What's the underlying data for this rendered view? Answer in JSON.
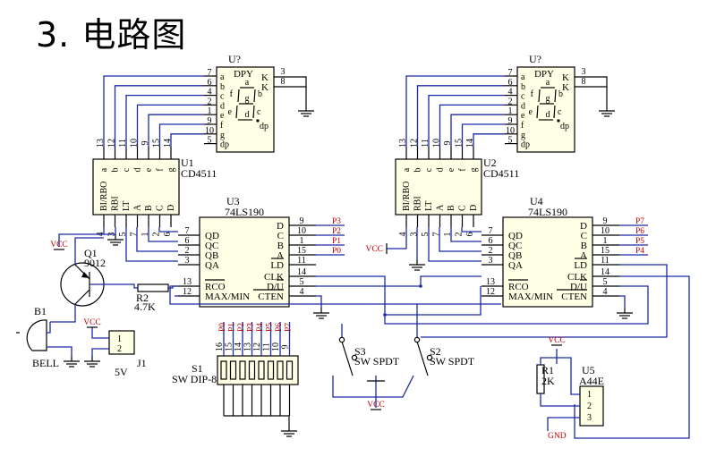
{
  "heading": "3. 电路图",
  "colors": {
    "wire": "#1a2aa8",
    "body": "#000000",
    "fill": "#ffffe6",
    "label": "#c00000"
  },
  "displays": [
    {
      "ref": "U?",
      "name": "DPY",
      "segments": [
        "a",
        "b",
        "c",
        "d",
        "e",
        "f",
        "g",
        "dp"
      ],
      "pins": [
        "7",
        "6",
        "4",
        "2",
        "1",
        "9",
        "10",
        "5"
      ],
      "common": [
        "K",
        "K"
      ],
      "common_pins": [
        "3",
        "8"
      ]
    },
    {
      "ref": "U?",
      "name": "DPY",
      "segments": [
        "a",
        "b",
        "c",
        "d",
        "e",
        "f",
        "g",
        "dp"
      ],
      "pins": [
        "7",
        "6",
        "4",
        "2",
        "1",
        "9",
        "10",
        "5"
      ],
      "common": [
        "K",
        "K"
      ],
      "common_pins": [
        "3",
        "8"
      ]
    }
  ],
  "decoders": [
    {
      "ref": "U1",
      "part": "CD4511",
      "top_pins": [
        "13",
        "12",
        "11",
        "10",
        "9",
        "15",
        "14"
      ],
      "top_labels": [
        "a",
        "b",
        "c",
        "d",
        "e",
        "f",
        "g"
      ],
      "bot_pins": [
        "4",
        "3",
        "5",
        "7",
        "1",
        "2",
        "6"
      ],
      "bot_labels": [
        "BI/RBO",
        "RBI",
        "LT",
        "A",
        "B",
        "C",
        "D"
      ]
    },
    {
      "ref": "U2",
      "part": "CD4511",
      "top_pins": [
        "13",
        "12",
        "11",
        "10",
        "9",
        "15",
        "14"
      ],
      "top_labels": [
        "a",
        "b",
        "c",
        "d",
        "e",
        "f",
        "g"
      ],
      "bot_pins": [
        "4",
        "3",
        "5",
        "7",
        "1",
        "2",
        "6"
      ],
      "bot_labels": [
        "BI/RBO",
        "RBI",
        "LT",
        "A",
        "B",
        "C",
        "D"
      ]
    }
  ],
  "counters": [
    {
      "ref": "U3",
      "part": "74LS190",
      "left_pins": [
        "7",
        "6",
        "2",
        "3",
        "13",
        "12"
      ],
      "left_labels": [
        "QD",
        "QC",
        "QB",
        "QA",
        "RCO",
        "MAX/MIN"
      ],
      "right_pins": [
        "9",
        "10",
        "1",
        "15",
        "11",
        "14",
        "5",
        "4"
      ],
      "right_labels": [
        "D",
        "C",
        "B",
        "A",
        "LD",
        "CLK",
        "D/U",
        "CTEN"
      ],
      "nets": [
        "P3",
        "P2",
        "P1",
        "P0"
      ]
    },
    {
      "ref": "U4",
      "part": "74LS190",
      "left_pins": [
        "7",
        "6",
        "2",
        "3",
        "13",
        "12"
      ],
      "left_labels": [
        "QD",
        "QC",
        "QB",
        "QA",
        "RCO",
        "MAX/MIN"
      ],
      "right_pins": [
        "9",
        "10",
        "1",
        "15",
        "11",
        "14",
        "5",
        "4"
      ],
      "right_labels": [
        "D",
        "C",
        "B",
        "A",
        "LD",
        "CLK",
        "D/U",
        "CTEN"
      ],
      "nets": [
        "P7",
        "P6",
        "P5",
        "P4"
      ]
    }
  ],
  "transistor": {
    "ref": "Q1",
    "part": "9012"
  },
  "resistor2": {
    "ref": "R2",
    "value": "4.7K"
  },
  "buzzer": {
    "ref": "B1",
    "part": "BELL"
  },
  "connector": {
    "ref": "J1",
    "value": "5V",
    "pins": [
      "1",
      "2"
    ]
  },
  "dip": {
    "ref": "S1",
    "part": "SW DIP-8",
    "top_pins": [
      "16",
      "15",
      "14",
      "13",
      "12",
      "11",
      "10",
      "9"
    ],
    "nets": [
      "P0",
      "P1",
      "P2",
      "P3",
      "P4",
      "P5",
      "P6",
      "P7"
    ]
  },
  "switches": [
    {
      "ref": "S3",
      "part": "SW SPDT"
    },
    {
      "ref": "S2",
      "part": "SW SPDT"
    }
  ],
  "resistor1": {
    "ref": "R1",
    "value": "2K"
  },
  "sensor": {
    "ref": "U5",
    "part": "A44E",
    "pins": [
      "1",
      "2",
      "3"
    ]
  },
  "power": {
    "vcc": "VCC",
    "gnd": "GND"
  }
}
